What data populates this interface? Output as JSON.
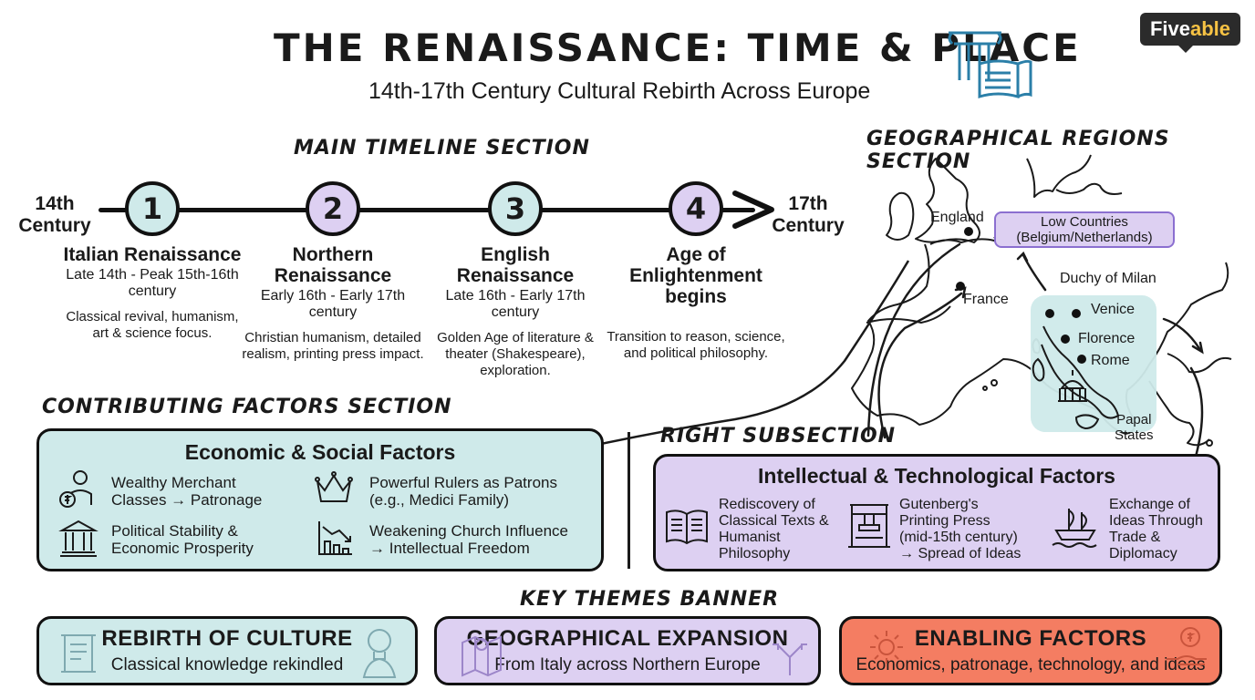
{
  "header": {
    "title": "THE RENAISSANCE: TIME & PLACE",
    "subtitle": "14th-17th Century Cultural Rebirth Across Europe",
    "brand_main": "Five",
    "brand_accent": "able"
  },
  "sections": {
    "timeline": "MAIN TIMELINE SECTION",
    "geography": "GEOGRAPHICAL REGIONS SECTION",
    "contributing": "CONTRIBUTING FACTORS SECTION",
    "right_sub": "RIGHT SUBSECTION",
    "themes": "KEY THEMES BANNER"
  },
  "timeline": {
    "start_line1": "14th",
    "start_line2": "Century",
    "end_line1": "17th",
    "end_line2": "Century",
    "stages": [
      {
        "num": "1",
        "title": "Italian Renaissance",
        "dates": "Late 14th - Peak 15th-16th century",
        "desc": "Classical revival, humanism, art & science focus."
      },
      {
        "num": "2",
        "title": "Northern Renaissance",
        "dates": "Early 16th - Early 17th century",
        "desc": "Christian humanism, detailed realism, printing press impact."
      },
      {
        "num": "3",
        "title": "English Renaissance",
        "dates": "Late 16th - Early 17th century",
        "desc": "Golden Age of literature & theater (Shakespeare), exploration."
      },
      {
        "num": "4",
        "title": "Age of Enlightenment begins",
        "dates": "",
        "desc": "Transition to reason, science, and political philosophy."
      }
    ]
  },
  "map": {
    "england": "England",
    "low_countries_1": "Low Countries",
    "low_countries_2": "(Belgium/Netherlands)",
    "milan": "Duchy of Milan",
    "france": "France",
    "venice": "Venice",
    "florence": "Florence",
    "rome": "Rome",
    "papal_1": "Papal",
    "papal_2": "States"
  },
  "economic": {
    "title": "Economic & Social Factors",
    "items": [
      {
        "l1": "Wealthy Merchant",
        "l2": "Classes → Patronage",
        "icon": "merchant-icon"
      },
      {
        "l1": "Powerful Rulers as Patrons",
        "l2": "(e.g., Medici Family)",
        "icon": "crown-icon"
      },
      {
        "l1": "Political Stability &",
        "l2": "Economic Prosperity",
        "icon": "government-building-icon"
      },
      {
        "l1": "Weakening Church Influence",
        "l2": "→ Intellectual Freedom",
        "icon": "declining-chart-icon"
      }
    ]
  },
  "intellectual": {
    "title": "Intellectual & Technological Factors",
    "items": [
      {
        "l1": "Rediscovery of",
        "l2": "Classical Texts &",
        "l3": "Humanist",
        "l4": "Philosophy",
        "icon": "open-book-icon"
      },
      {
        "l1": "Gutenberg's",
        "l2": "Printing Press",
        "l3": "(mid-15th century)",
        "l4": "→ Spread of Ideas",
        "icon": "printing-press-icon"
      },
      {
        "l1": "Exchange of",
        "l2": "Ideas Through",
        "l3": "Trade &",
        "l4": "Diplomacy",
        "icon": "ship-icon"
      }
    ]
  },
  "themes": [
    {
      "title": "REBIRTH OF CULTURE",
      "sub": "Classical knowledge rekindled",
      "color": "#cfeaea"
    },
    {
      "title": "GEOGRAPHICAL EXPANSION",
      "sub": "From Italy across Northern Europe",
      "color": "#ddd0f2"
    },
    {
      "title": "ENABLING FACTORS",
      "sub": "Economics, patronage, technology, and ideas",
      "color": "#f47d62"
    }
  ]
}
